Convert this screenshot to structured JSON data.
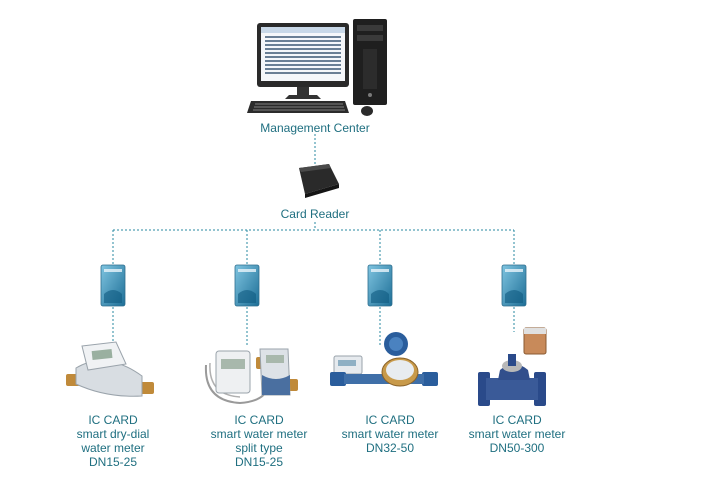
{
  "management_center": {
    "label": "Management Center"
  },
  "card_reader": {
    "label": "Card Reader"
  },
  "meters": [
    {
      "lines": [
        "IC CARD",
        "smart dry-dial",
        "water meter",
        "DN15-25"
      ]
    },
    {
      "lines": [
        "IC CARD",
        "smart water meter",
        "split type",
        "DN15-25"
      ]
    },
    {
      "lines": [
        "IC CARD",
        "smart water meter",
        "DN32-50"
      ]
    },
    {
      "lines": [
        "IC CARD",
        "smart water meter",
        "DN50-300"
      ]
    }
  ],
  "colors": {
    "text": "#1f6f80",
    "connector": "#2a8aa0",
    "card": "#3b8fb8"
  }
}
